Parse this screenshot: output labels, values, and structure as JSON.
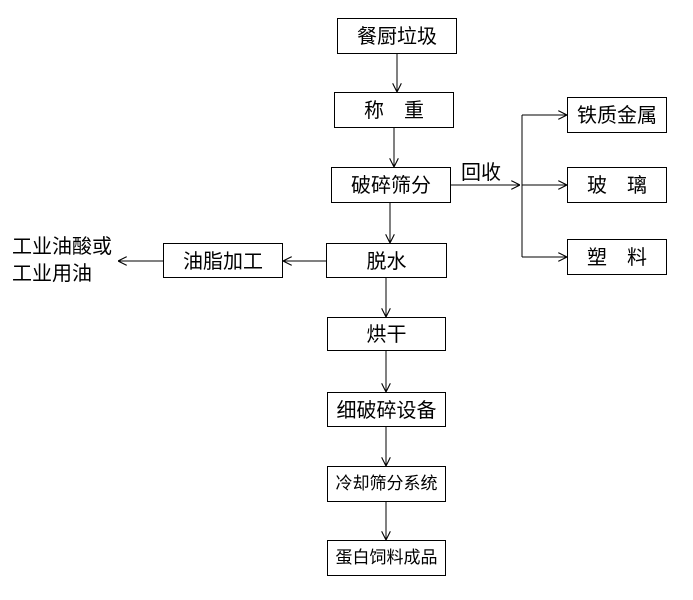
{
  "nodes": {
    "kitchen_waste": "餐厨垃圾",
    "weighing": "称　重",
    "crush_sieve": "破碎筛分",
    "dewater": "脱水",
    "drying": "烘干",
    "fine_crusher": "细破碎设备",
    "cooling_sieve": "冷却筛分系统",
    "product": "蛋白饲料成品",
    "iron_metal": "铁质金属",
    "glass": "玻　璃",
    "plastic": "塑　料",
    "oil_processing": "油脂加工"
  },
  "labels": {
    "recycle": "回收",
    "oil_output_line1": "工业油酸或",
    "oil_output_line2": "工业用油"
  }
}
